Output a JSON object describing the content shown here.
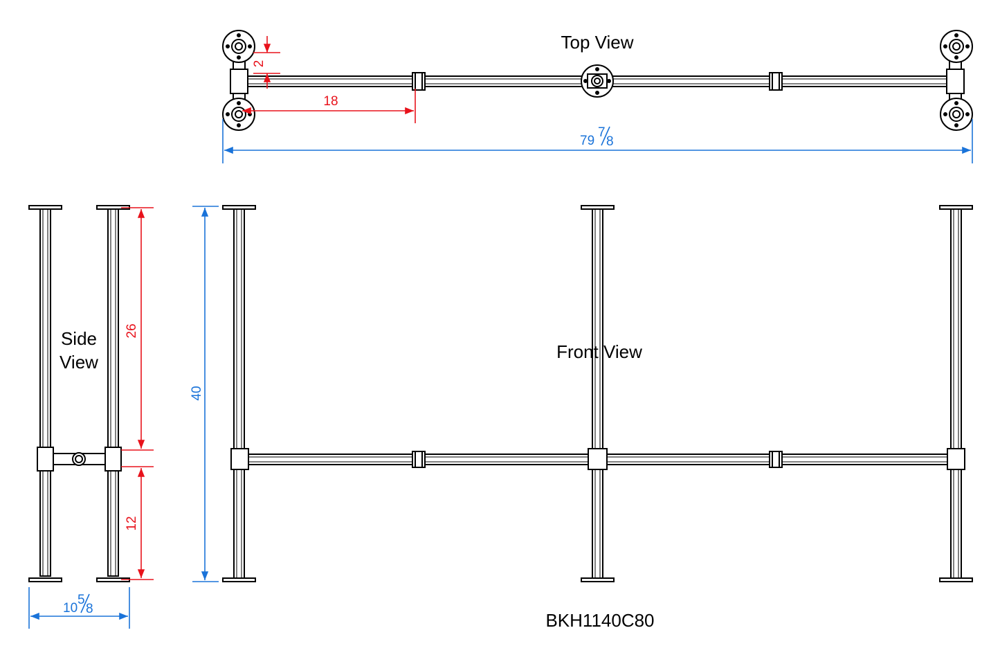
{
  "views": {
    "top": "Top View",
    "side_line1": "Side",
    "side_line2": "View",
    "front": "Front View"
  },
  "model": "BKH1140C80",
  "dimensions": {
    "top_offset": "2",
    "top_segment": "18",
    "top_total_whole": "79",
    "top_total_frac_num": "7",
    "top_total_frac_den": "8",
    "upper_leg": "26",
    "lower_leg": "12",
    "height": "40",
    "width_whole": "10",
    "width_frac_num": "5",
    "width_frac_den": "8"
  },
  "colors": {
    "line": "#000000",
    "dim_red": "#e8121b",
    "dim_blue": "#1a73d9"
  }
}
